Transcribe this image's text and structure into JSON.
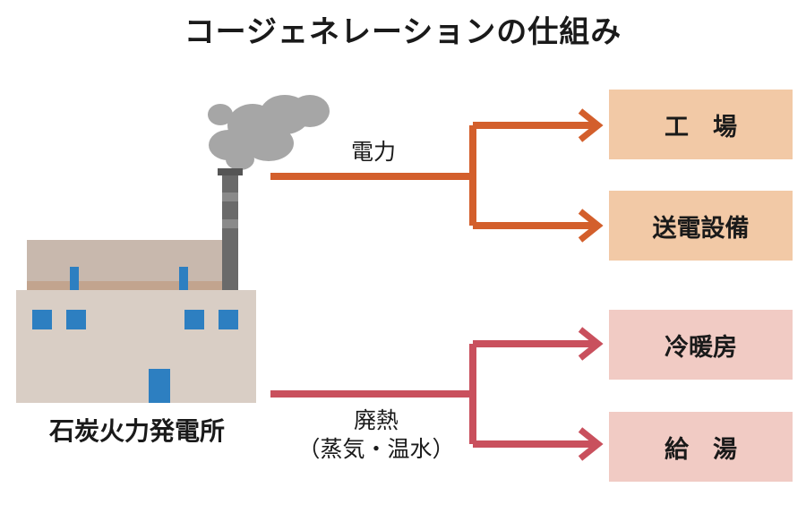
{
  "title": "コージェネレーションの仕組み",
  "source": {
    "label": "石炭火力発電所"
  },
  "flows": {
    "power": {
      "label": "電力",
      "color": "#d35f2c"
    },
    "heat": {
      "label_line1": "廃熱",
      "label_line2": "（蒸気・温水）",
      "color": "#c9505d"
    }
  },
  "destinations": {
    "factory": "工　場",
    "transmission": "送電設備",
    "cooling_heating": "冷暖房",
    "hot_water": "給　湯"
  },
  "colors": {
    "building": "#d9cec5",
    "building_upper": "#c8b8ad",
    "band": "#c2a48e",
    "window": "#2d7fc1",
    "chimney": "#6a6a6a",
    "smoke": "#a6a6a6",
    "power_box": "#f2c9a6",
    "heat_box": "#f1cbc4"
  }
}
